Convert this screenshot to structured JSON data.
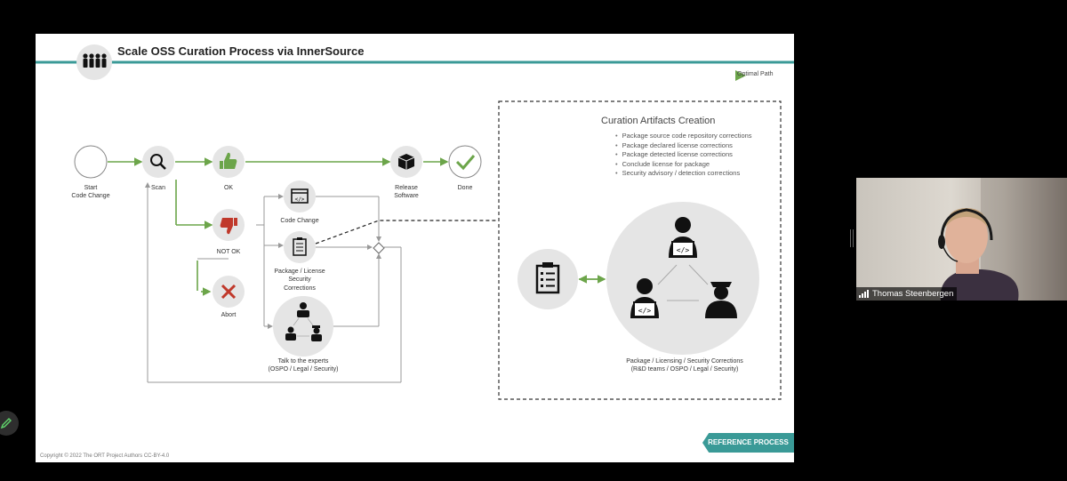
{
  "slide": {
    "title": "Scale OSS Curation Process via InnerSource",
    "legend": "Optimal Path",
    "accent_color": "#3a9a97",
    "flow_color": "#6ca54a",
    "copyright": "Copyright © 2022 The ORT Project Authors CC-BY-4.0",
    "reference_badge": "REFERENCE PROCESS",
    "nodes": {
      "start": [
        "Start",
        "Code Change"
      ],
      "scan": "Scan",
      "ok": "OK",
      "not_ok": "NOT OK",
      "abort": "Abort",
      "code_change": "Code Change",
      "corrections": [
        "Package / License",
        "Security",
        "Corrections"
      ],
      "experts": [
        "Talk to the experts",
        "(OSPO / Legal / Security)"
      ],
      "release": [
        "Release",
        "Software"
      ],
      "done": "Done"
    },
    "artifacts": {
      "title": "Curation Artifacts Creation",
      "items": [
        "Package source code repository corrections",
        "Package declared license corrections",
        "Package detected license corrections",
        "Conclude license for package",
        "Security advisory / detection corrections"
      ],
      "caption": [
        "Package / Licensing / Security Corrections",
        "(R&D teams / OSPO /  Legal / Security)"
      ]
    }
  },
  "video": {
    "participant_name": "Thomas Steenbergen"
  },
  "icons": [
    "people-icon",
    "search-icon",
    "thumbs-up-icon",
    "thumbs-down-icon",
    "x-icon",
    "code-window-icon",
    "clipboard-icon",
    "package-icon",
    "check-icon",
    "developer-icon",
    "police-icon",
    "signal-icon",
    "pencil-icon"
  ]
}
